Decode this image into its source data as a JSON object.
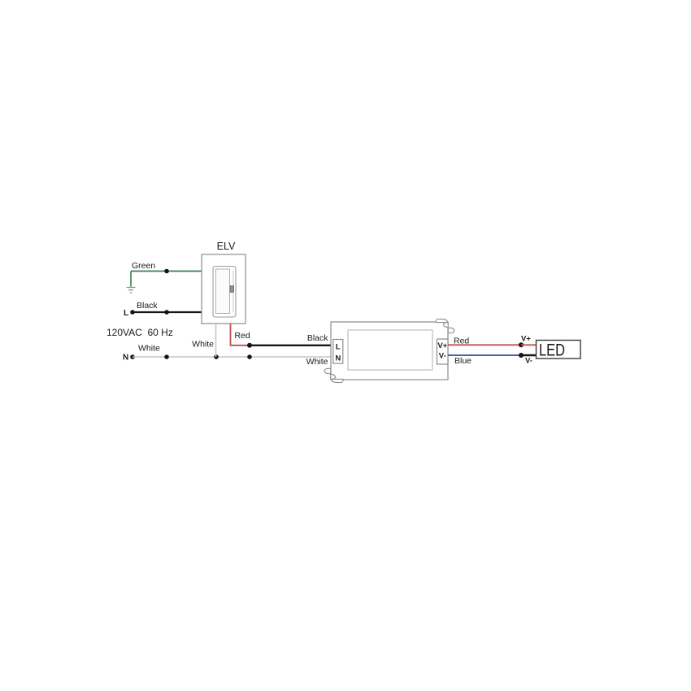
{
  "colors": {
    "green_wire": "#377d4e",
    "black_wire": "#151515",
    "white_wire": "#c6c6c6",
    "red_wire": "#c0504d",
    "blue_wire": "#4d5fae"
  },
  "source": {
    "voltage_label": "120VAC  60 Hz",
    "line_terminal": "L",
    "neutral_terminal": "N",
    "ground_wire_label": "Green",
    "line_wire_label": "Black",
    "neutral_wire_label": "White"
  },
  "dimmer": {
    "title": "ELV",
    "white_wire_label": "White",
    "red_wire_label": "Red"
  },
  "driver": {
    "input_line_label": "Black",
    "input_neutral_label": "White",
    "terminal_l": "L",
    "terminal_n": "N",
    "terminal_vplus": "V+",
    "terminal_vminus": "V-",
    "output_red_label": "Red",
    "output_blue_label": "Blue"
  },
  "led": {
    "label": "LED",
    "vplus_label": "V+",
    "vminus_label": "V-"
  }
}
